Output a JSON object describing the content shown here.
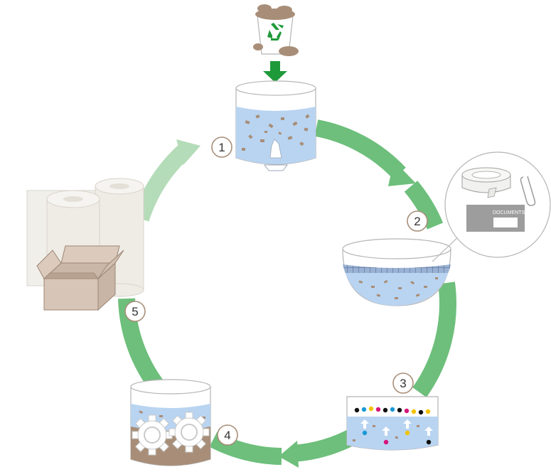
{
  "colors": {
    "cycle_arrow": "#6dbf7b",
    "cycle_arrow_light": "#b5dcb9",
    "down_arrow": "#1f9a3a",
    "water": "#b9d4f1",
    "pulp": "#a88e78",
    "step_badge_border": "#a88e78"
  },
  "steps": [
    {
      "number": "1"
    },
    {
      "number": "2"
    },
    {
      "number": "3"
    },
    {
      "number": "4"
    },
    {
      "number": "5"
    }
  ],
  "icons": {
    "recycle_bin": "recycle-icon",
    "contaminants": "tape-and-paperclip",
    "inks": "ink-droplets",
    "gears": "gear-icon"
  },
  "callout": {
    "envelope_label": "DOCUMENTS"
  }
}
